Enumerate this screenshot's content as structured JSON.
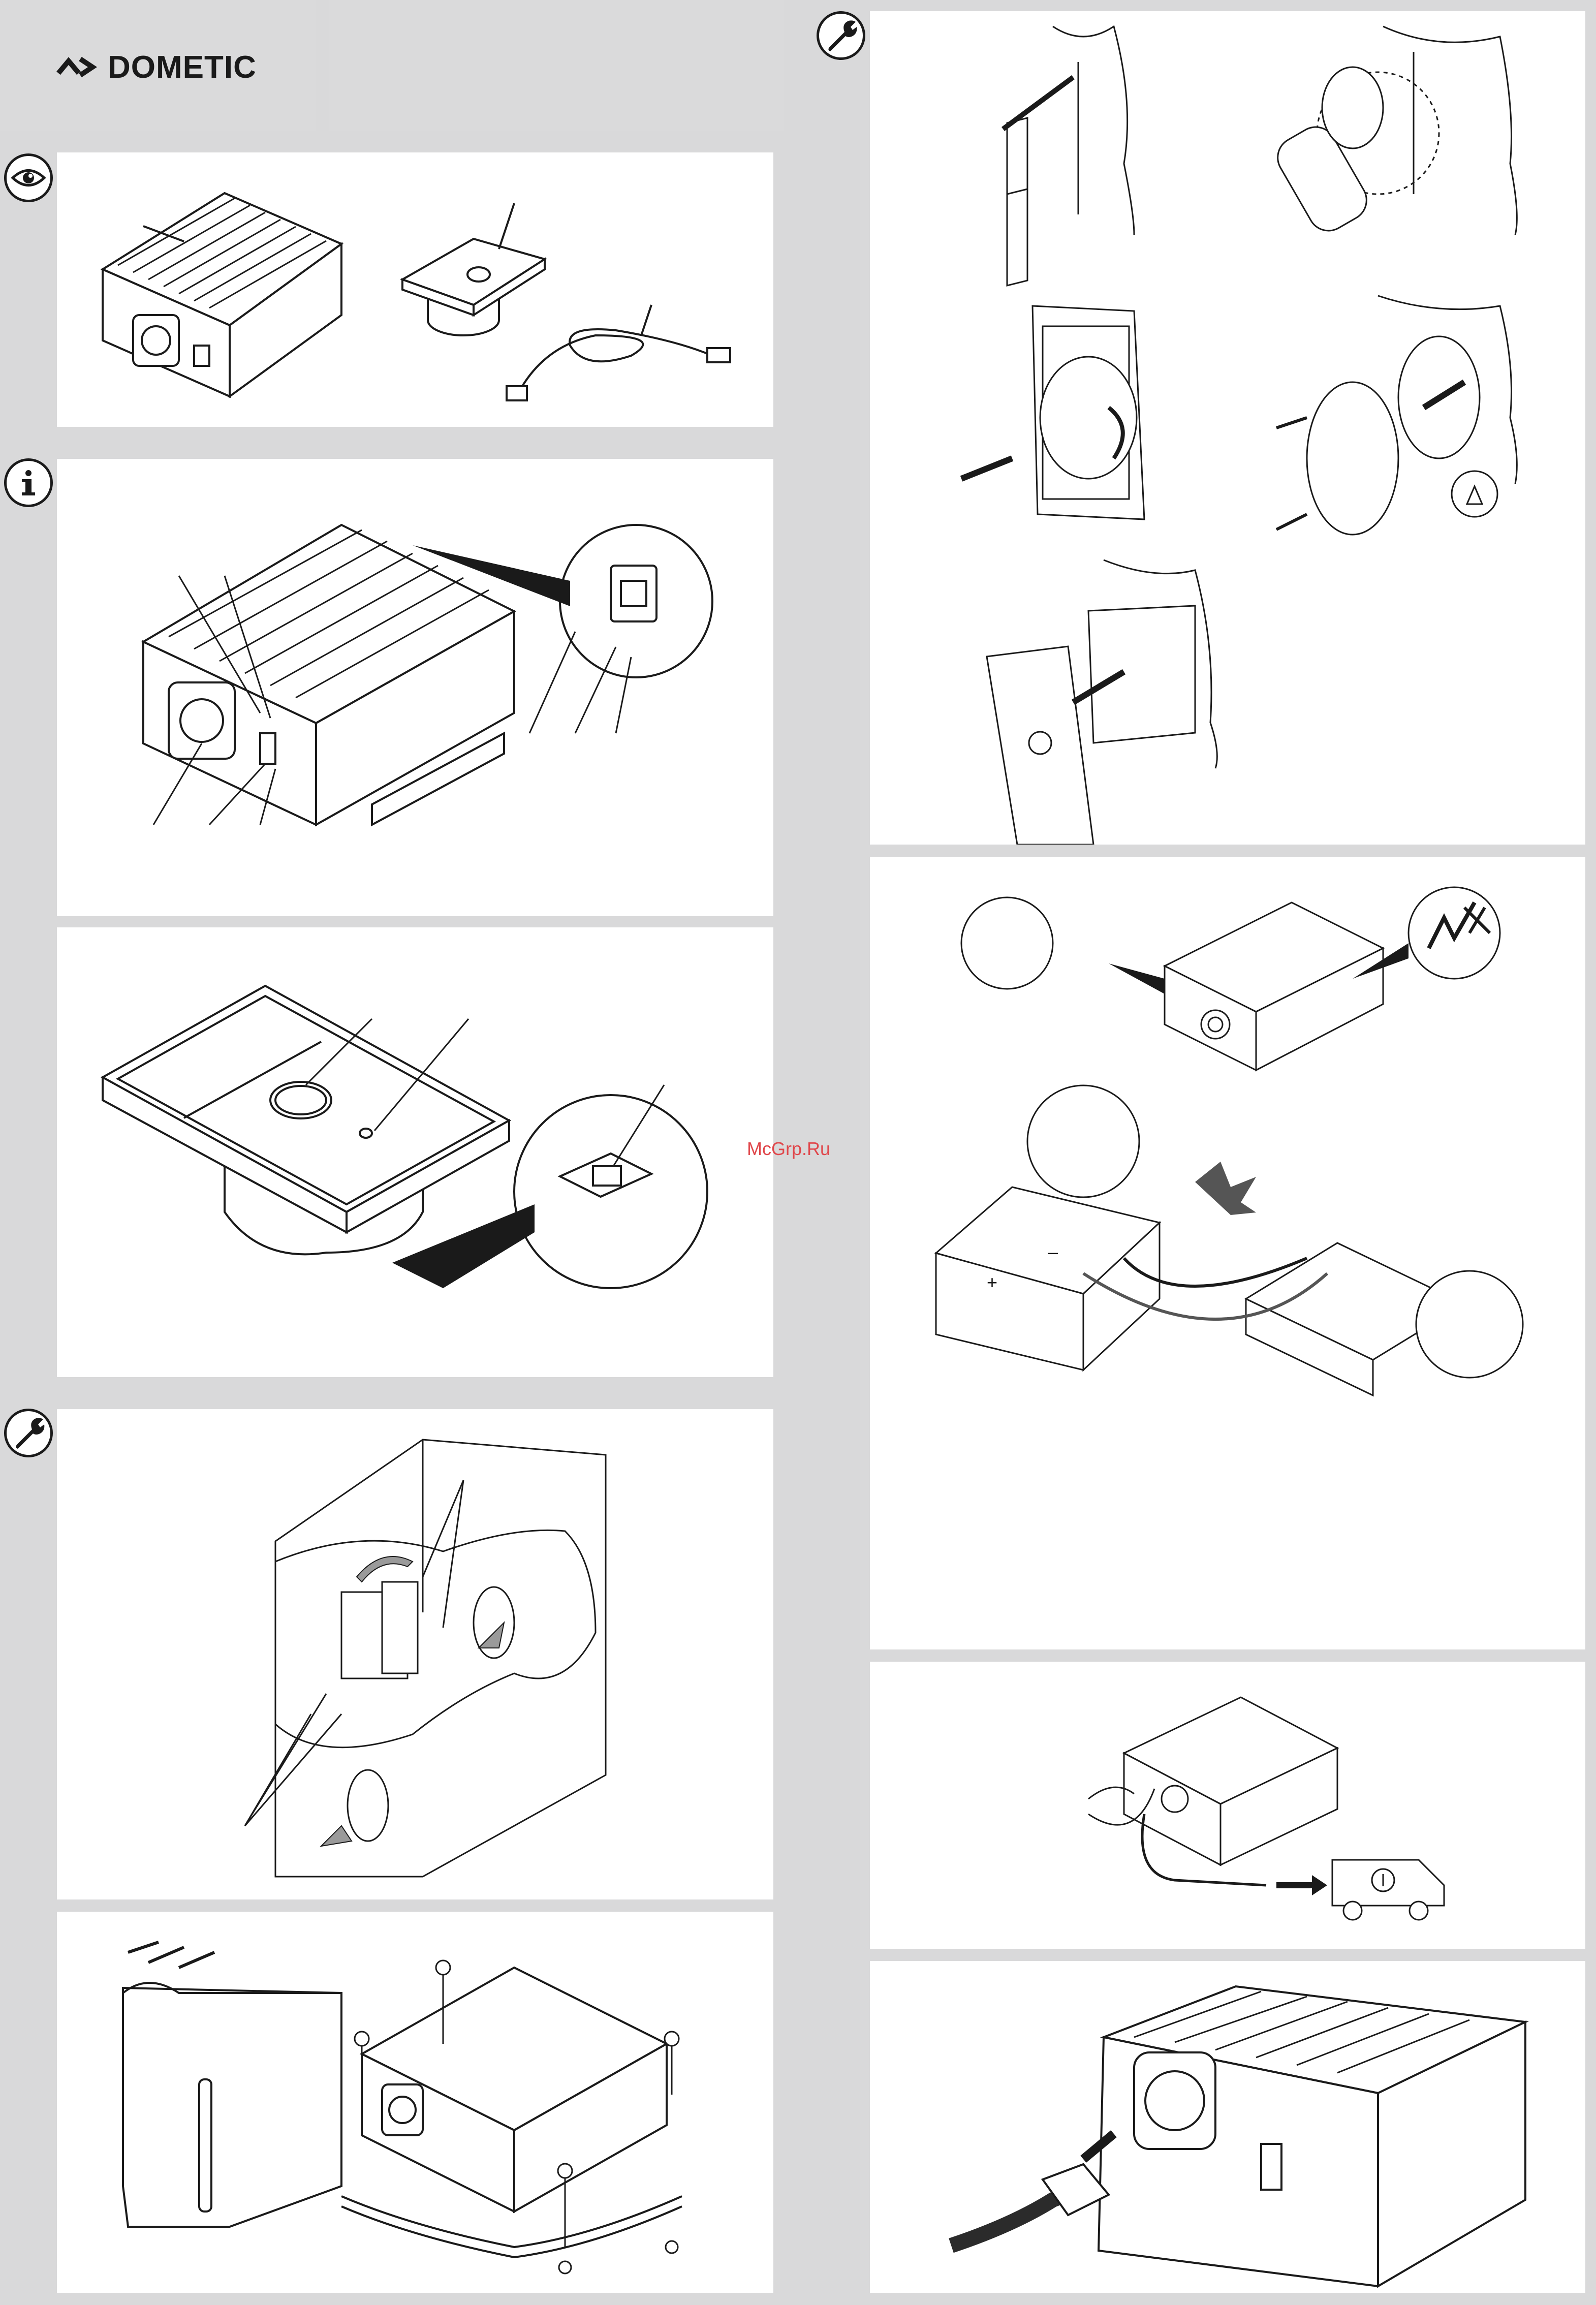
{
  "brand": {
    "name": "DOMETIC",
    "logo_glyph": "^>"
  },
  "watermark": "McGrp.Ru",
  "icons": {
    "scope": "eye-icon",
    "info": "info-icon",
    "install": "wrench-icon"
  },
  "colors": {
    "page_bg": "#d9d9da",
    "panel_bg": "#ffffff",
    "line": "#1a1a1a",
    "watermark": "#e0474b"
  },
  "figures": {
    "battery_plus": "+",
    "battery_minus": "–"
  },
  "tables": [
    {
      "cols": 3,
      "rows": 6
    },
    {
      "cols": 3,
      "rows": 6
    },
    {
      "cols": 3,
      "rows": 4
    }
  ]
}
